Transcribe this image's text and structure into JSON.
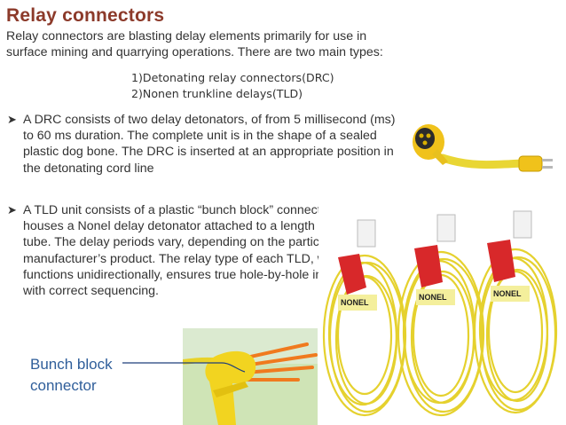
{
  "slide": {
    "title": "Relay connectors",
    "intro": "Relay connectors are blasting delay elements primarily for use in surface mining and quarrying operations. There are two main types:",
    "types": [
      "1)Detonating relay connectors(DRC)",
      "2)Nonen trunkline delays(TLD)"
    ],
    "bullets": [
      "A DRC consists of two delay detonators, of from 5 millisecond (ms) to 60 ms duration. The complete unit is in the shape of a sealed plastic dog bone. The DRC is inserted at an appropriate position in the detonating cord line",
      "A TLD unit consists of a plastic “bunch block” connector which houses a Nonel delay detonator attached to a length of signal tube. The delay periods vary, depending on the particular manufacturer’s product. The relay type of each TLD, which functions unidirectionally, ensures true hole-by-hole initiation with correct sequencing."
    ],
    "bunch_label_line1": "Bunch block",
    "bunch_label_line2": "connector",
    "nonel_brand": "NONEL",
    "bullet_icon": "arrow-bullet-icon"
  },
  "colors": {
    "title": "#8c3a2a",
    "label": "#2f5e9a",
    "cable_yellow": "#e8d93a",
    "connector_red": "#d8282a"
  }
}
